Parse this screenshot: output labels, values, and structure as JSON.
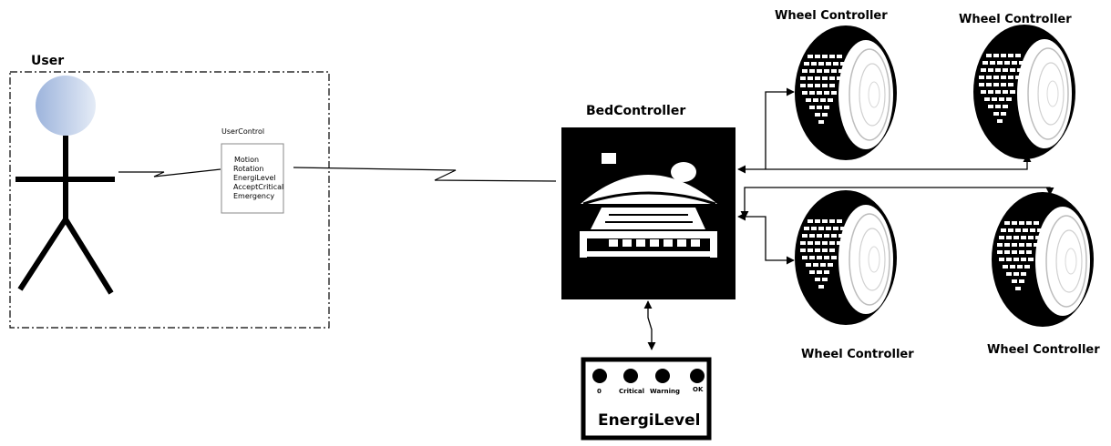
{
  "user": {
    "label": "User"
  },
  "user_control": {
    "title": "UserControl",
    "items": [
      "Motion",
      "Rotation",
      "EnergiLevel",
      "AcceptCritical",
      "Emergency"
    ]
  },
  "bed_controller": {
    "label": "BedController"
  },
  "wheels": [
    {
      "label": "Wheel Controller"
    },
    {
      "label": "Wheel Controller"
    },
    {
      "label": "Wheel Controller"
    },
    {
      "label": "Wheel Controller"
    }
  ],
  "energy": {
    "title": "EnergiLevel",
    "indicators": [
      "0",
      "Critical",
      "Warning",
      "OK"
    ]
  }
}
